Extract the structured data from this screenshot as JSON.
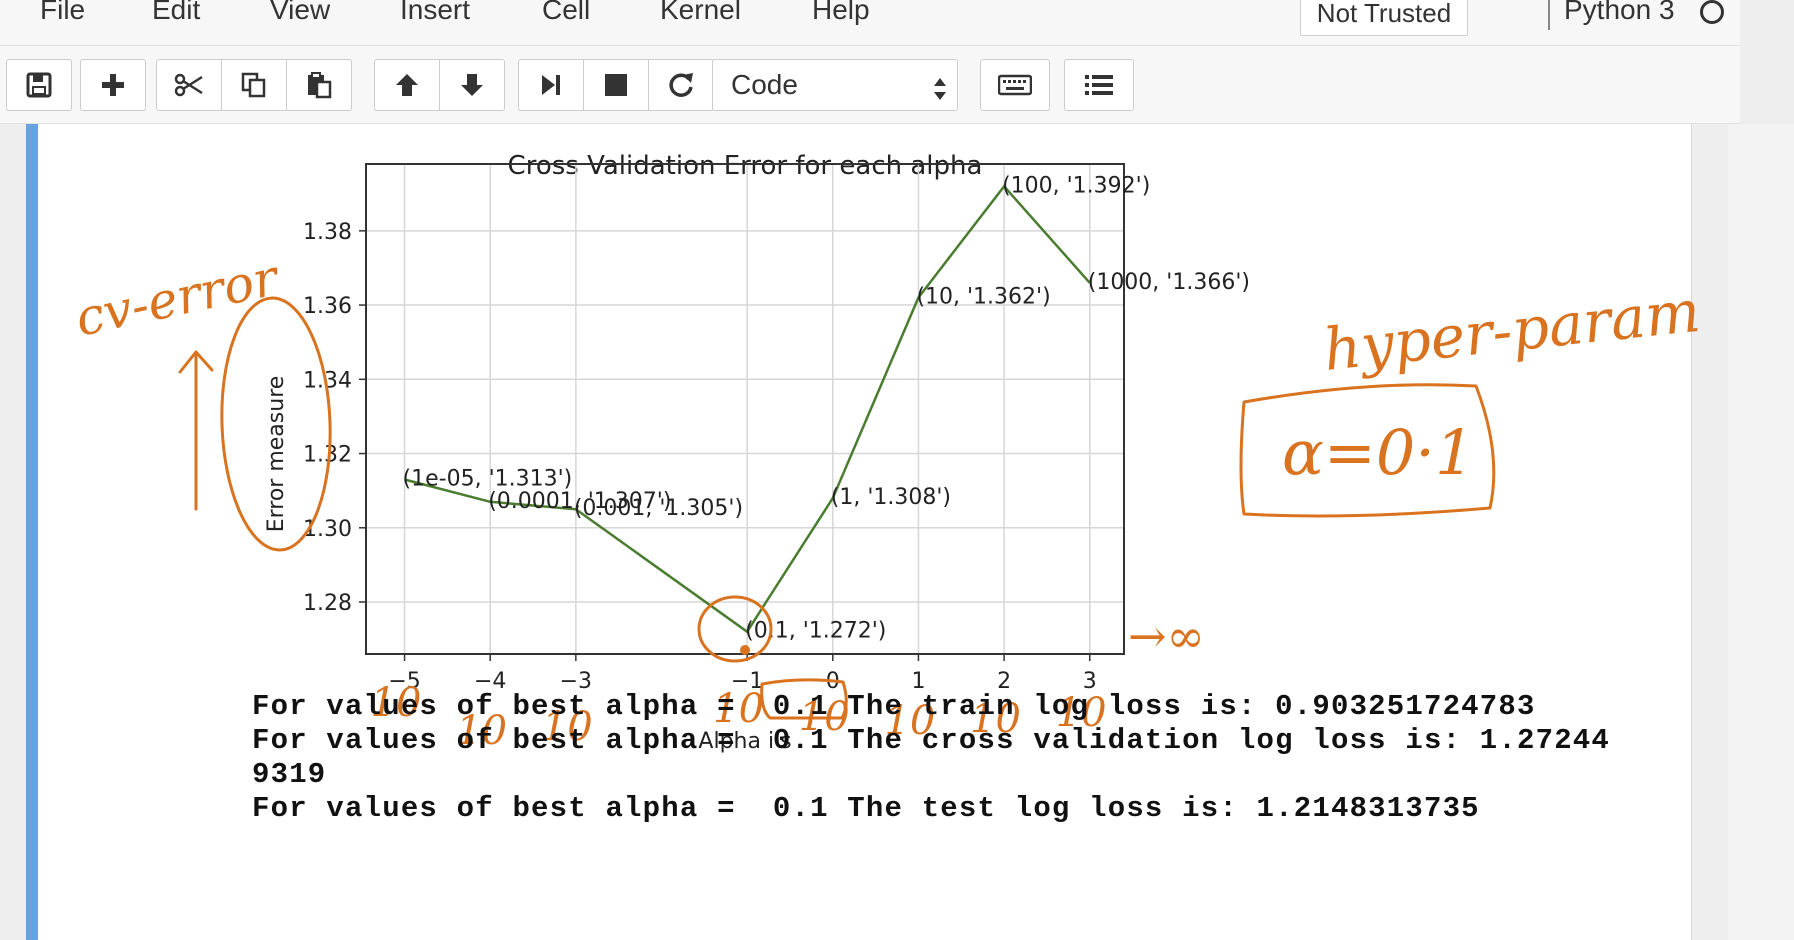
{
  "menu": {
    "items": [
      "File",
      "Edit",
      "View",
      "Insert",
      "Cell",
      "Kernel",
      "Help"
    ],
    "trust_label": "Not Trusted",
    "kernel_name": "Python 3"
  },
  "toolbar": {
    "cell_type": "Code",
    "icons": [
      "save-icon",
      "plus-icon",
      "cut-icon",
      "copy-icon",
      "paste-icon",
      "arrow-up-icon",
      "arrow-down-icon",
      "run-icon",
      "stop-icon",
      "restart-icon",
      "keyboard-icon",
      "list-icon"
    ]
  },
  "chart_data": {
    "type": "line",
    "title": "Cross Validation Error for each alpha",
    "xlabel": "Alpha i's",
    "ylabel": "Error measure",
    "x": [
      -5,
      -4,
      -3,
      -1,
      0,
      1,
      2,
      3
    ],
    "x_ticks": [
      "−5",
      "−4",
      "−3",
      "−1",
      "0",
      "1",
      "2",
      "3"
    ],
    "y_ticks": [
      "1.28",
      "1.30",
      "1.32",
      "1.34",
      "1.36",
      "1.38"
    ],
    "xlim": [
      -5.45,
      3.4
    ],
    "ylim": [
      1.266,
      1.398
    ],
    "series": [
      {
        "values": [
          1.313,
          1.307,
          1.305,
          1.272,
          1.308,
          1.362,
          1.392,
          1.366
        ],
        "color": "#4a7c2f"
      }
    ],
    "annotations": [
      "(1e-05, '1.313')",
      "(0.0001, '1.307')",
      "(0.001, '1.305')",
      "(0.1, '1.272')",
      "(1, '1.308')",
      "(10, '1.362')",
      "(100, '1.392')",
      "(1000, '1.366')"
    ],
    "grid": true
  },
  "handwriting": {
    "cv_error": "cv-error",
    "hyper_param": "hyper-param",
    "alpha_box": "α=0·1",
    "tens": [
      "10",
      "10",
      "10",
      "10",
      "10",
      "10",
      "10",
      "10"
    ],
    "arrow_to": "→∞",
    "ink_color": "#d9731f"
  },
  "output": {
    "lines": [
      "For values of best alpha =  0.1 The train log loss is: 0.903251724783",
      "For values of best alpha =  0.1 The cross validation log loss is: 1.27244",
      "9319",
      "For values of best alpha =  0.1 The test log loss is: 1.2148313735"
    ]
  }
}
